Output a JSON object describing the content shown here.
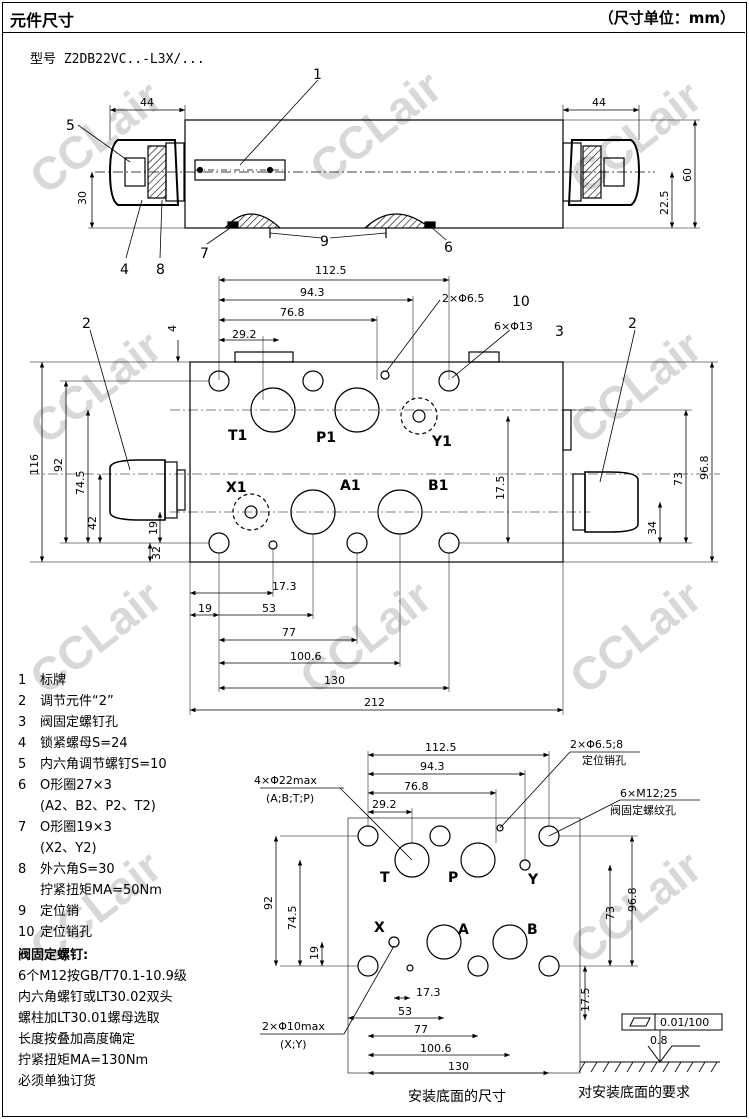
{
  "header": {
    "title": "元件尺寸",
    "unit": "（尺寸单位：mm）"
  },
  "model": "型号 Z2DB22VC..-L3X/...",
  "watermark": "CCLair",
  "top_view": {
    "callouts": [
      "1",
      "5",
      "4",
      "8",
      "7",
      "9",
      "6"
    ],
    "dims": {
      "left_44": "44",
      "right_44": "44",
      "h30": "30",
      "h60": "60",
      "h22_5": "22.5"
    }
  },
  "mid_view": {
    "callouts": {
      "c2l": "2",
      "c2r": "2",
      "c10": "10",
      "c3": "3"
    },
    "notes": {
      "pin": "2×Φ6.5",
      "screw": "6×Φ13"
    },
    "ports": [
      "T1",
      "P1",
      "Y1",
      "X1",
      "A1",
      "B1"
    ],
    "dims_h": [
      "112.5",
      "94.3",
      "76.8",
      "29.2",
      "17.3",
      "19",
      "53",
      "77",
      "100.6",
      "130",
      "212"
    ],
    "dims_v": [
      "4",
      "116",
      "92",
      "74.5",
      "42",
      "19",
      "32",
      "17.5",
      "96.8",
      "73",
      "34"
    ]
  },
  "legend": {
    "items": [
      {
        "n": "1",
        "t": "标牌"
      },
      {
        "n": "2",
        "t": "调节元件“2”"
      },
      {
        "n": "3",
        "t": "阀固定螺钉孔"
      },
      {
        "n": "4",
        "t": "锁紧螺母S=24"
      },
      {
        "n": "5",
        "t": "内六角调节螺钉S=10"
      },
      {
        "n": "6",
        "t": "O形圈27×3"
      },
      {
        "n": "",
        "t": "(A2、B2、P2、T2)"
      },
      {
        "n": "7",
        "t": "O形圈19×3"
      },
      {
        "n": "",
        "t": "(X2、Y2)"
      },
      {
        "n": "8",
        "t": "外六角S=30"
      },
      {
        "n": "",
        "t": "拧紧扭矩MA=50Nm"
      },
      {
        "n": "9",
        "t": "定位销"
      },
      {
        "n": "10",
        "t": "定位销孔"
      }
    ],
    "fix_title": "阀固定螺钉:",
    "fix_lines": [
      "6个M12按GB/T70.1-10.9级",
      "内六角螺钉或LT30.02双头",
      "螺柱加LT30.01螺母选取",
      "长度按叠加高度确定",
      "拧紧扭矩MA=130Nm",
      "必须单独订货"
    ]
  },
  "mount_view": {
    "notes": {
      "port_dia": "4×Φ22max",
      "port_list": "(A;B;T;P)",
      "pin": "2×Φ6.5;8",
      "pin2": "定位销孔",
      "thread": "6×M12;25",
      "thread2": "阀固定螺纹孔",
      "xy_dia": "2×Φ10max",
      "xy_list": "(X;Y)"
    },
    "ports": [
      "T",
      "P",
      "Y",
      "X",
      "A",
      "B"
    ],
    "dims_h": [
      "112.5",
      "94.3",
      "76.8",
      "29.2",
      "17.3",
      "53",
      "77",
      "100.6",
      "130"
    ],
    "dims_v": [
      "92",
      "74.5",
      "19",
      "73",
      "96.8",
      "17.5"
    ],
    "caption": "安装底面的尺寸"
  },
  "surface": {
    "flatness": "0.01/100",
    "roughness": "0.8",
    "caption": "对安装底面的要求"
  }
}
